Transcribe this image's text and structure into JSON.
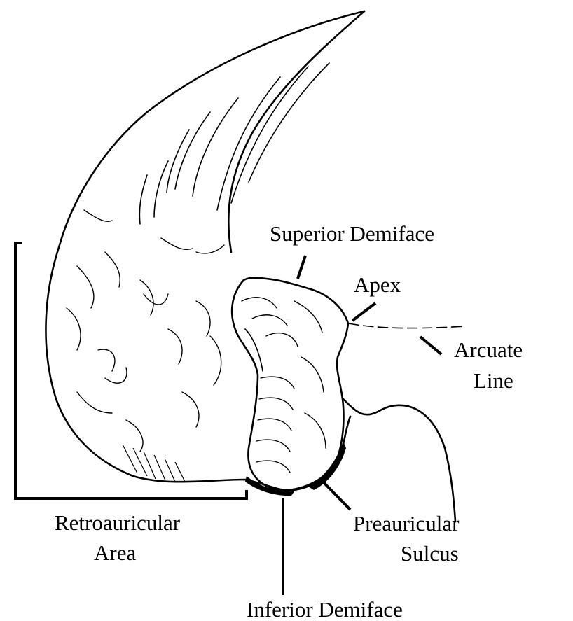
{
  "labels": {
    "superior_demiface": "Superior Demiface",
    "apex": "Apex",
    "arcuate_line_1": "Arcuate",
    "arcuate_line_2": "Line",
    "retroauricular_1": "Retroauricular",
    "retroauricular_2": "Area",
    "preauricular_1": "Preauricular",
    "preauricular_2": "Sulcus",
    "inferior_demiface": "Inferior Demiface"
  },
  "colors": {
    "ink": "#000000",
    "background": "#ffffff"
  }
}
